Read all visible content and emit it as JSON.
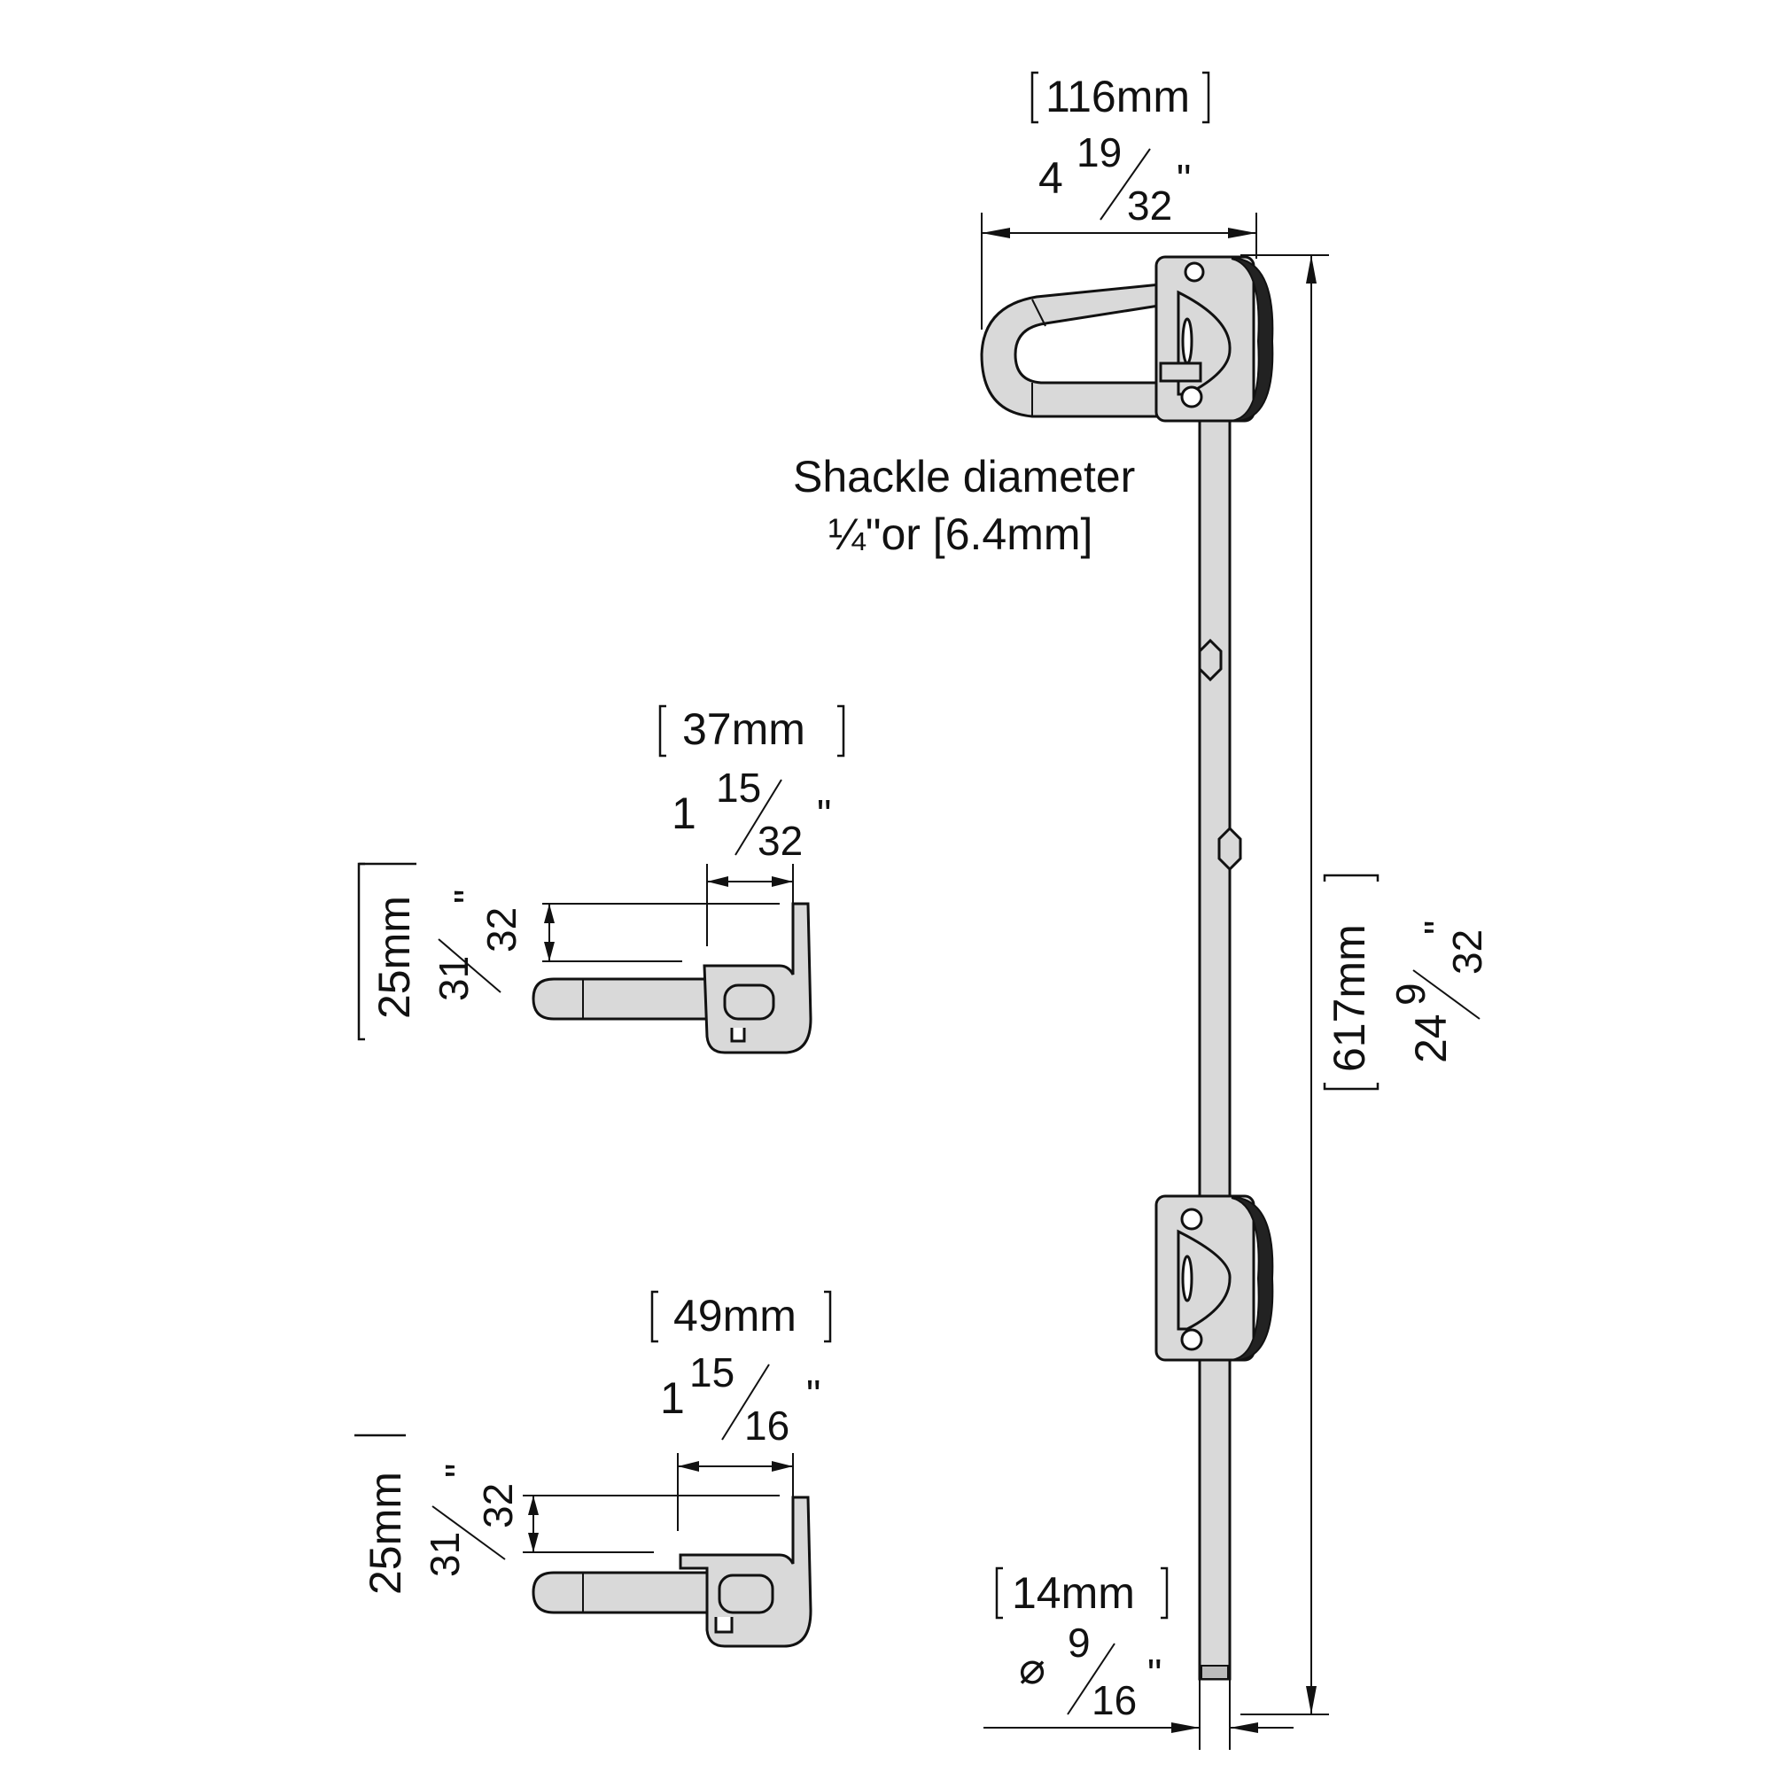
{
  "width_dimension": {
    "metric": "116mm",
    "whole": "4",
    "num": "19",
    "den": "32",
    "inch_mark": "\""
  },
  "shackle_note": {
    "line1": "Shackle diameter",
    "line2": "¼\"or [6.4mm]"
  },
  "length_dimension": {
    "metric": "617mm",
    "whole": "24",
    "num": "9",
    "den": "32",
    "inch_mark": "\""
  },
  "rod_diameter": {
    "metric": "14mm",
    "symbol": "⌀",
    "num": "9",
    "den": "16",
    "inch_mark": "\""
  },
  "keeper_upper": {
    "depth": {
      "metric": "37mm",
      "whole": "1",
      "num": "15",
      "den": "32",
      "inch_mark": "\""
    },
    "offset": {
      "metric": "25mm",
      "num": "31",
      "den": "32",
      "inch_mark": "\""
    }
  },
  "keeper_lower": {
    "depth": {
      "metric": "49mm",
      "whole": "1",
      "num": "15",
      "den": "16",
      "inch_mark": "\""
    },
    "offset": {
      "metric": "25mm",
      "num": "31",
      "den": "32",
      "inch_mark": "\""
    }
  }
}
